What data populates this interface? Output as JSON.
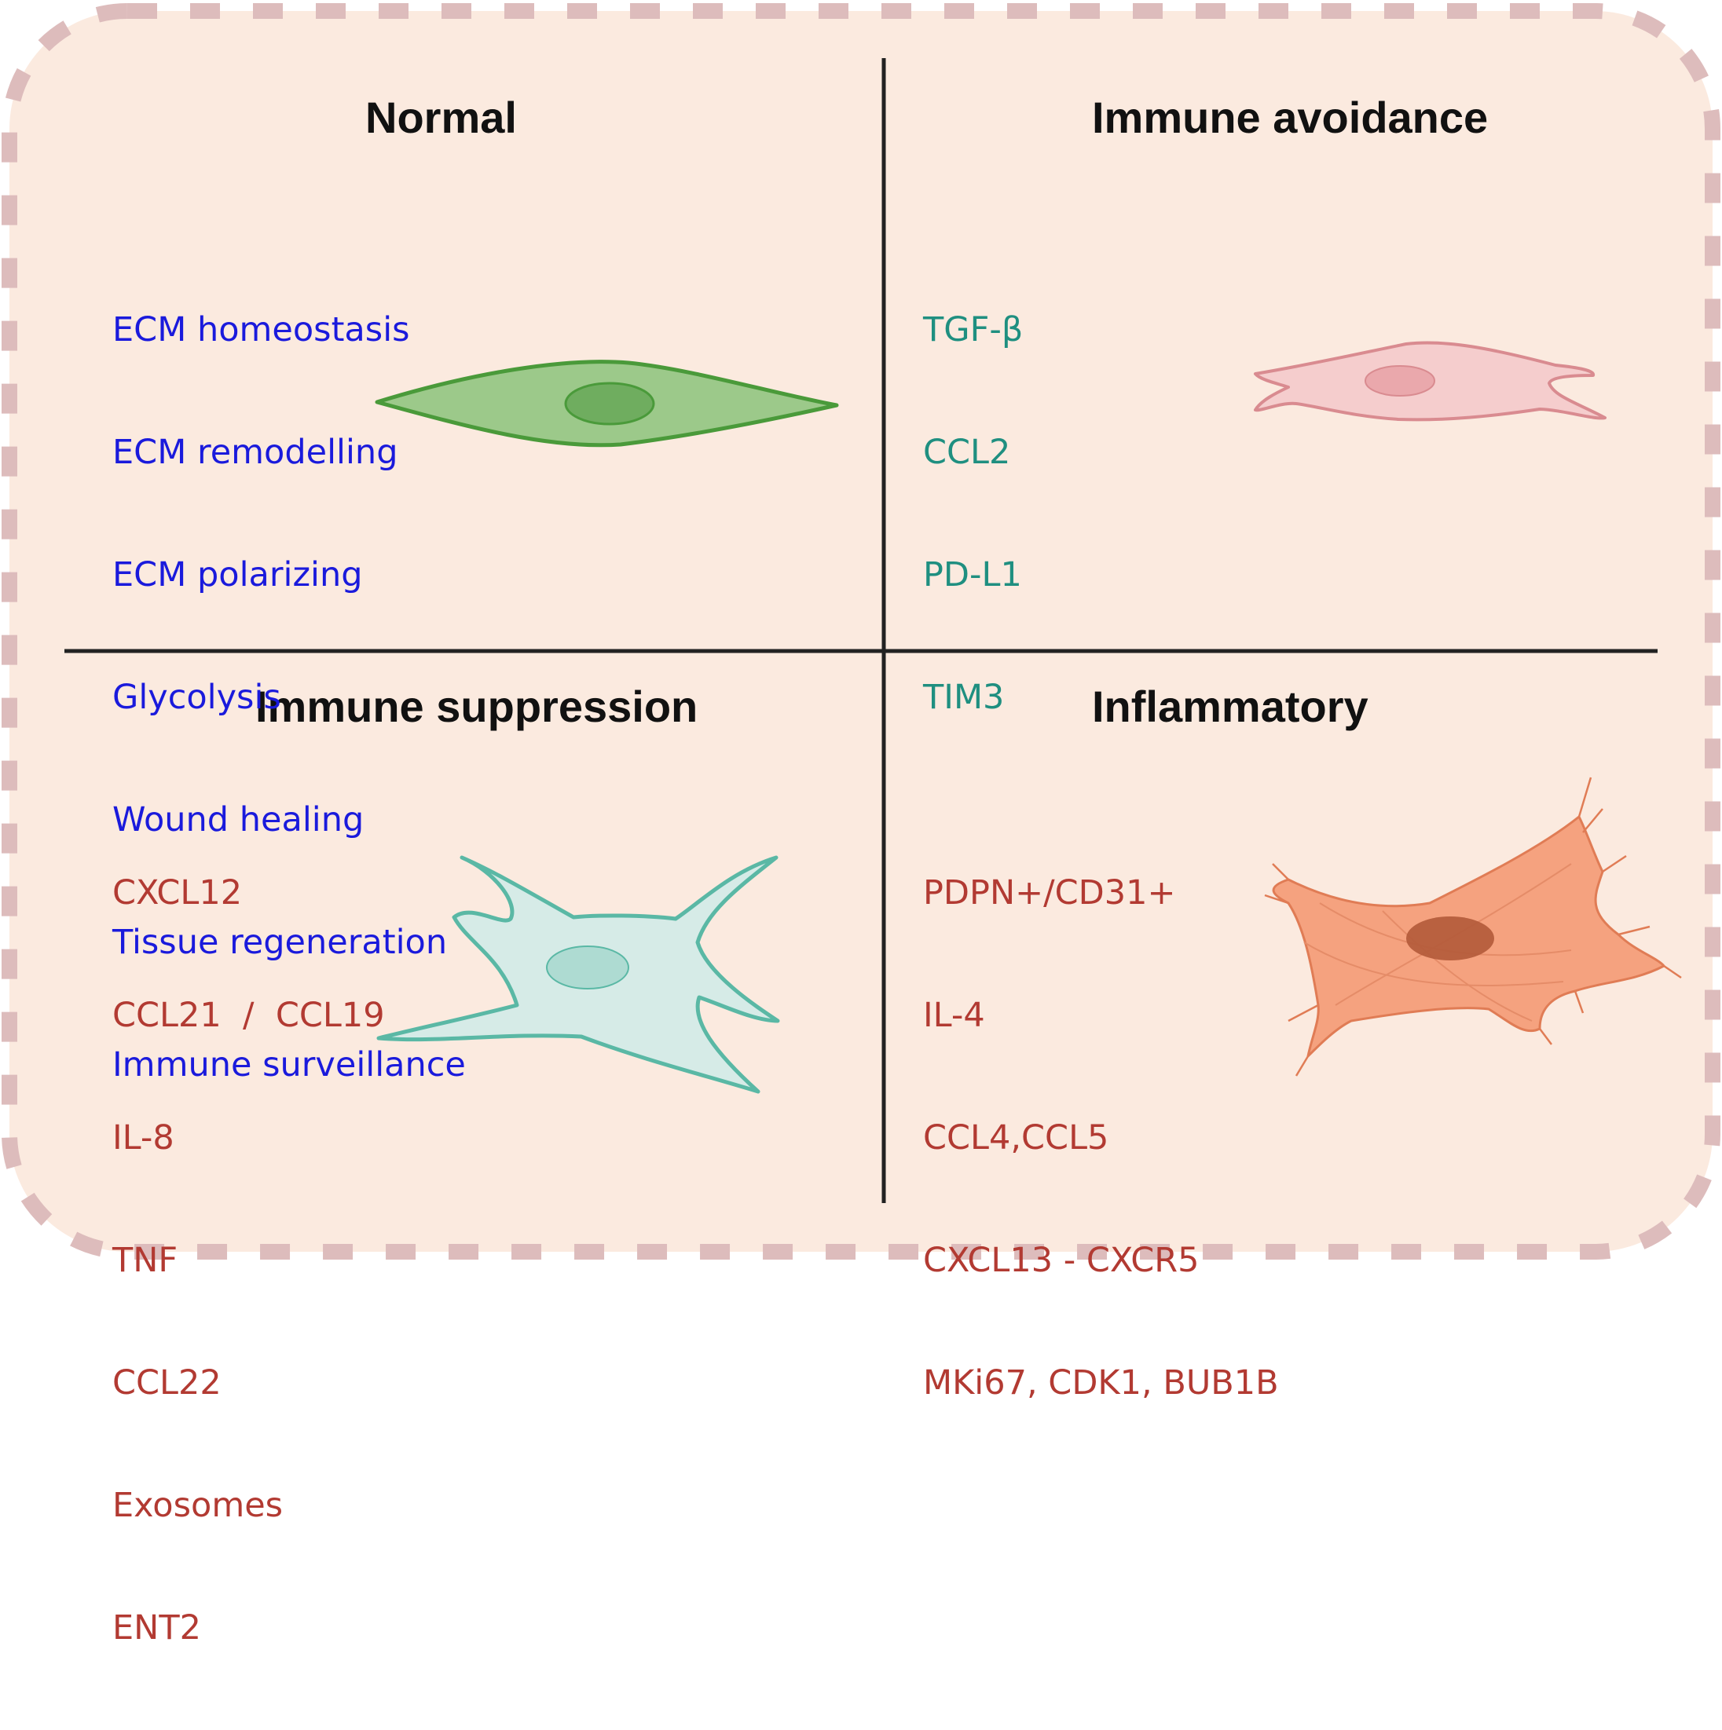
{
  "colors": {
    "background": "#fbeadf",
    "frame_dash": "#ddbcbc",
    "divider": "#222222",
    "normal_text": "#1a1adc",
    "avoidance_text": "#1f8f80",
    "suppression_text": "#b23a32",
    "inflammatory_text": "#b23a32"
  },
  "quadrants": {
    "normal": {
      "title": "Normal",
      "items": [
        "ECM homeostasis",
        "ECM remodelling",
        "ECM polarizing",
        "Glycolysis",
        "Wound healing",
        "Tissue regeneration",
        "Immune surveillance"
      ],
      "cell_icon": "green-spindle-fibroblast-icon"
    },
    "immune_avoidance": {
      "title": "Immune avoidance",
      "items": [
        "TGF-β",
        "CCL2",
        "PD-L1",
        "TIM3"
      ],
      "cell_icon": "pink-fibroblast-icon"
    },
    "immune_suppression": {
      "title": "Immune suppression",
      "items": [
        "CXCL12",
        "CCL21  /  CCL19",
        "IL-8",
        "TNF",
        "CCL22",
        "Exosomes",
        "ENT2"
      ],
      "cell_icon": "teal-stellate-fibroblast-icon"
    },
    "inflammatory": {
      "title": "Inflammatory",
      "items": [
        "PDPN+/CD31+",
        "IL-4",
        "CCL4,CCL5",
        "CXCL13 - CXCR5",
        "MKi67, CDK1, BUB1B"
      ],
      "cell_icon": "orange-activated-fibroblast-icon"
    }
  }
}
